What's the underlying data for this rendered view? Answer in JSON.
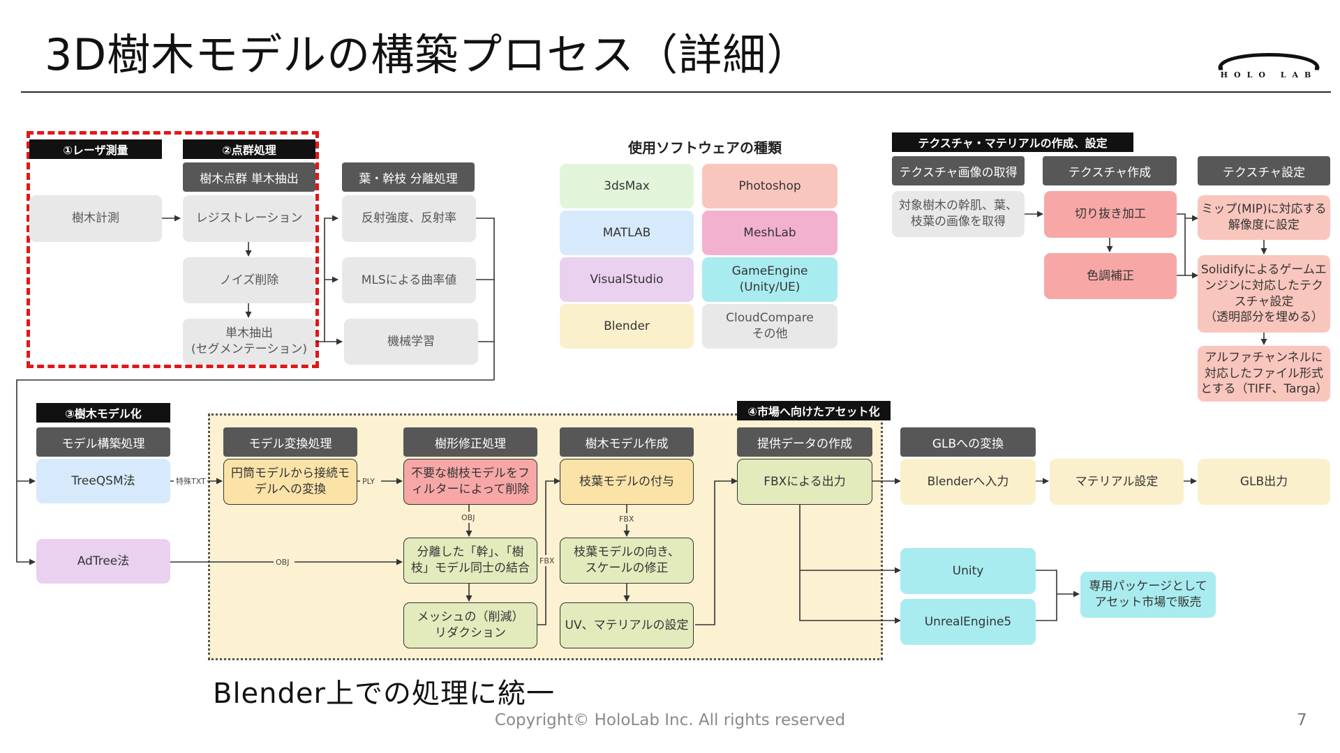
{
  "title": "3D樹木モデルの構築プロセス（詳細）",
  "logo": {
    "text": "HOLO LAB"
  },
  "footer": {
    "copyright": "Copyright© HoloLab Inc. All rights reserved",
    "page": "7"
  },
  "caption": "Blender上での処理に統一",
  "stage_labels": {
    "laser": "①レーザ測量",
    "pointcloud": "②点群処理",
    "treemodel": "③樹木モデル化",
    "asset": "④市場へ向けたアセット化",
    "texture": "テクスチャ・マテリアルの作成、設定"
  },
  "headers": {
    "single_tree_extract": "樹木点群 単木抽出",
    "leaf_branch_sep": "葉・幹枝 分離処理",
    "model_construct": "モデル構築処理",
    "model_convert": "モデル変換処理",
    "shape_fix": "樹形修正処理",
    "tree_model_create": "樹木モデル作成",
    "provide_data": "提供データの作成",
    "glb_convert": "GLBへの変換",
    "tex_image": "テクスチャ画像の取得",
    "tex_create": "テクスチャ作成",
    "tex_setting": "テクスチャ設定"
  },
  "nodes": {
    "tree_measure": "樹木計測",
    "registration": "レジストレーション",
    "noise_removal": "ノイズ削除",
    "segmentation": "単木抽出\n(セグメンテーション)",
    "reflect": "反射強度、反射率",
    "mls": "MLSによる曲率値",
    "ml": "機械学習",
    "treeqsm": "TreeQSM法",
    "adtree": "AdTree法",
    "cylinder": "円筒モデルから接続モ\nデルへの変換",
    "filter_delete": "不要な樹枝モデルをフ\nィルターによって削除",
    "combine": "分離した「幹」、「樹\n枝」モデル同士の結合",
    "mesh_reduce": "メッシュの（削減）\nリダクション",
    "leaf_add": "枝葉モデルの付与",
    "leaf_orient": "枝葉モデルの向き、\nスケールの修正",
    "uv_material": "UV、マテリアルの設定",
    "fbx_output": "FBXによる出力",
    "blender_import": "Blenderへ入力",
    "material_setting": "マテリアル設定",
    "glb_output": "GLB出力",
    "unity": "Unity",
    "unreal": "UnrealEngine5",
    "sell": "専用パッケージとして\nアセット市場で販売",
    "tex_acquire": "対象樹木の幹肌、葉、\n枝葉の画像を取得",
    "cutout": "切り抜き加工",
    "color_correct": "色調補正",
    "mip": "ミップ(MIP)に対応する\n解像度に設定",
    "solidify": "Solidifyによるゲームエ\nンジンに対応したテク\nスチャ設定\n（透明部分を埋める）",
    "alpha": "アルファチャンネルに\n対応したファイル形式\nとする（TIFF、Targa）"
  },
  "software": {
    "title": "使用ソフトウェアの種類",
    "items": [
      "3dsMax",
      "Photoshop",
      "MATLAB",
      "MeshLab",
      "VisualStudio",
      "GameEngine\n(Unity/UE)",
      "Blender",
      "CloudCompare\nその他"
    ]
  },
  "edge_labels": {
    "special_txt": "特殊TXT",
    "ply": "PLY",
    "obj_down": "OBJ",
    "obj_long": "OBJ",
    "fbx_up": "FBX",
    "fbx_down": "FBX"
  },
  "colors": {
    "red_dash": "#e01818",
    "blender_panel": "#fcf1d1",
    "label_bg": "#111111",
    "header_bg": "#575757"
  }
}
